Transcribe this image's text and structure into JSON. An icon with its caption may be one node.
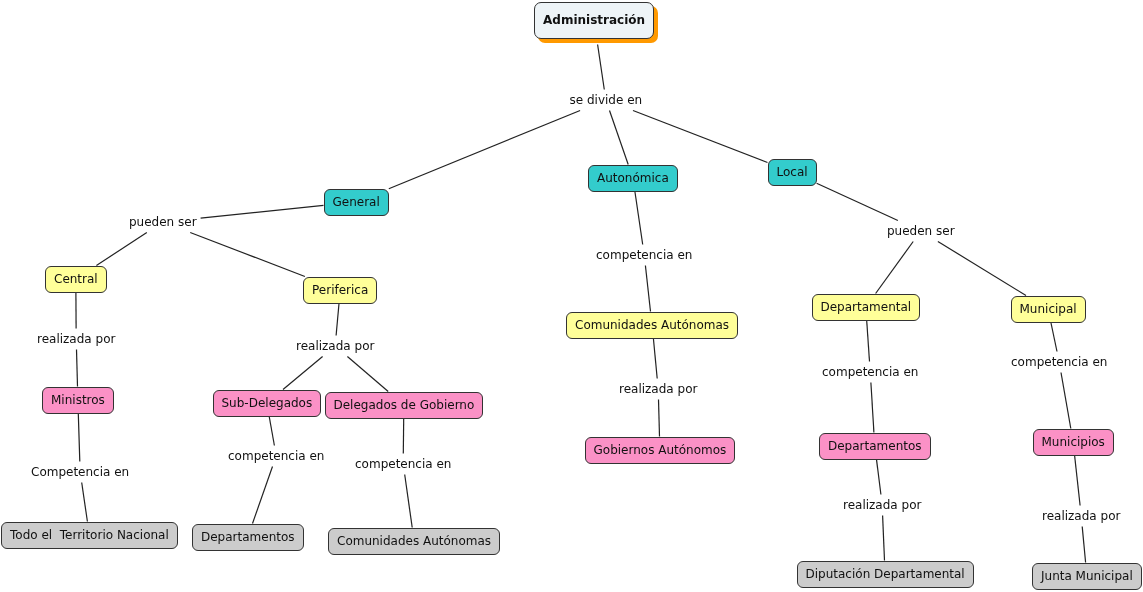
{
  "diagram": {
    "nodes": [
      {
        "text": [
          "Administración"
        ]
      },
      {
        "text": [
          "se divide en"
        ]
      },
      {
        "text": [
          "General"
        ]
      },
      {
        "text": [
          "Autonómica"
        ]
      },
      {
        "text": [
          "Local"
        ]
      },
      {
        "text": [
          "pueden ser"
        ]
      },
      {
        "text": [
          "Central"
        ]
      },
      {
        "text": [
          "Periferica"
        ]
      },
      {
        "text": [
          "realizada por"
        ]
      },
      {
        "text": [
          "Ministros"
        ]
      },
      {
        "text": [
          "Competencia en"
        ]
      },
      {
        "text": [
          "Todo el  Territorio Nacional"
        ]
      },
      {
        "text": [
          "realizada por"
        ]
      },
      {
        "text": [
          "Sub-Delegados"
        ]
      },
      {
        "text": [
          "Delegados de Gobierno"
        ]
      },
      {
        "text": [
          "competencia en"
        ]
      },
      {
        "text": [
          "competencia en"
        ]
      },
      {
        "text": [
          "Departamentos"
        ]
      },
      {
        "text": [
          "Comunidades Autónomas"
        ]
      },
      {
        "text": [
          "competencia en"
        ]
      },
      {
        "text": [
          "Comunidades Autónomas"
        ]
      },
      {
        "text": [
          "pueden ser"
        ]
      },
      {
        "text": [
          "Departamental"
        ]
      },
      {
        "text": [
          "Municipal"
        ]
      },
      {
        "text": [
          "realizada por"
        ]
      },
      {
        "text": [
          "Gobiernos Autónomos"
        ]
      },
      {
        "text": [
          "competencia en"
        ]
      },
      {
        "text": [
          "competencia en"
        ]
      },
      {
        "text": [
          "Departamentos"
        ]
      },
      {
        "text": [
          "Municipios"
        ]
      },
      {
        "text": [
          "realizada por"
        ]
      },
      {
        "text": [
          "realizada por"
        ]
      },
      {
        "text": [
          "Diputación Departamental"
        ]
      },
      {
        "text": [
          "Junta Municipal"
        ]
      }
    ],
    "edges": [
      {
        "from": 0,
        "to": 1,
        "arrow": "none"
      },
      {
        "from": 1,
        "to": 2,
        "arrow": "none"
      },
      {
        "from": 1,
        "to": 3,
        "arrow": "none"
      },
      {
        "from": 1,
        "to": 4,
        "arrow": "none"
      },
      {
        "from": 2,
        "to": 5,
        "arrow": "none"
      },
      {
        "from": 5,
        "to": 6,
        "arrow": "none"
      },
      {
        "from": 5,
        "to": 7,
        "arrow": "none"
      },
      {
        "from": 6,
        "to": 8,
        "arrow": "none"
      },
      {
        "from": 8,
        "to": 9,
        "arrow": "none"
      },
      {
        "from": 9,
        "to": 10,
        "arrow": "none"
      },
      {
        "from": 10,
        "to": 11,
        "arrow": "none"
      },
      {
        "from": 7,
        "to": 12,
        "arrow": "none"
      },
      {
        "from": 12,
        "to": 13,
        "arrow": "none"
      },
      {
        "from": 12,
        "to": 14,
        "arrow": "none"
      },
      {
        "from": 13,
        "to": 15,
        "arrow": "none"
      },
      {
        "from": 15,
        "to": 17,
        "arrow": "none"
      },
      {
        "from": 14,
        "to": 16,
        "arrow": "none"
      },
      {
        "from": 16,
        "to": 18,
        "arrow": "none"
      },
      {
        "from": 3,
        "to": 19,
        "arrow": "none"
      },
      {
        "from": 19,
        "to": 20,
        "arrow": "none"
      },
      {
        "from": 20,
        "to": 24,
        "arrow": "none"
      },
      {
        "from": 24,
        "to": 25,
        "arrow": "none"
      },
      {
        "from": 4,
        "to": 21,
        "arrow": "none"
      },
      {
        "from": 21,
        "to": 22,
        "arrow": "none"
      },
      {
        "from": 21,
        "to": 23,
        "arrow": "none"
      },
      {
        "from": 22,
        "to": 26,
        "arrow": "none"
      },
      {
        "from": 26,
        "to": 28,
        "arrow": "none"
      },
      {
        "from": 28,
        "to": 30,
        "arrow": "none"
      },
      {
        "from": 30,
        "to": 32,
        "arrow": "none"
      },
      {
        "from": 23,
        "to": 27,
        "arrow": "none"
      },
      {
        "from": 27,
        "to": 29,
        "arrow": "none"
      },
      {
        "from": 29,
        "to": 31,
        "arrow": "none"
      },
      {
        "from": 31,
        "to": 33,
        "arrow": "none"
      }
    ]
  }
}
